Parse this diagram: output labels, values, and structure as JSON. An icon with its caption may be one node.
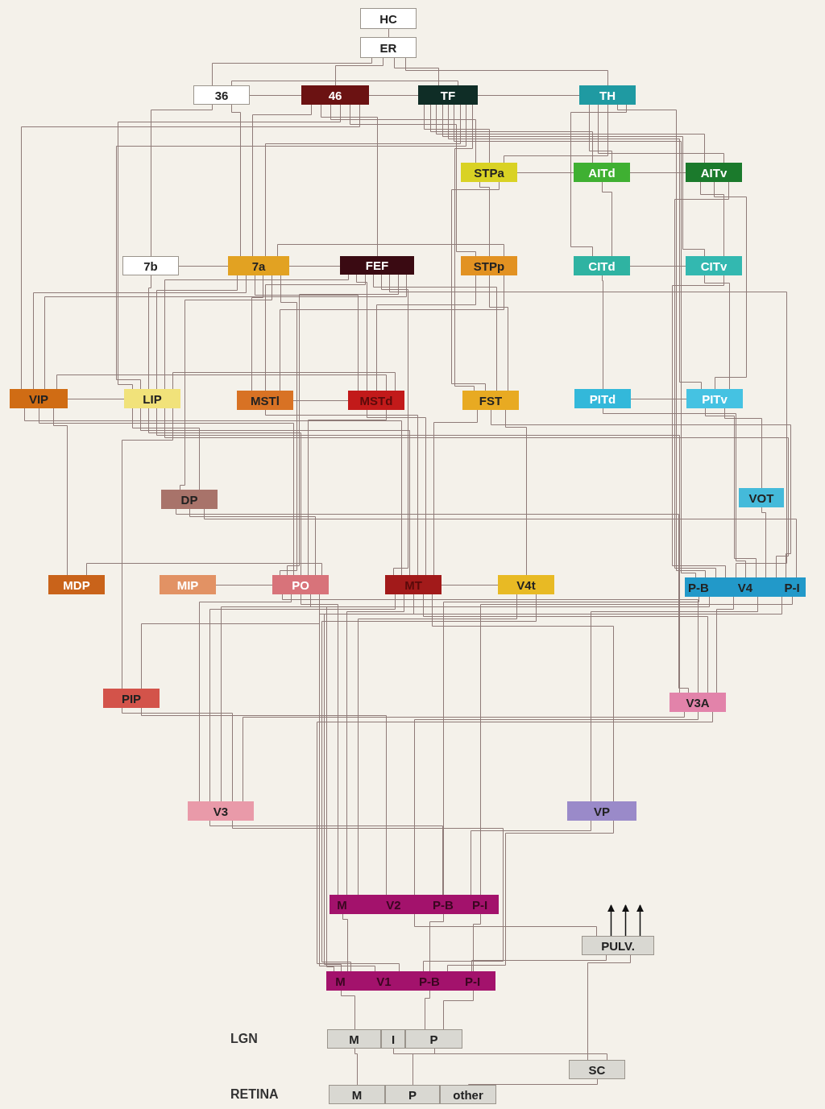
{
  "diagram": {
    "nodes": [
      {
        "text": [
          "HC"
        ]
      },
      {
        "text": [
          "ER"
        ]
      },
      {
        "text": [
          "36"
        ]
      },
      {
        "text": [
          "46"
        ]
      },
      {
        "text": [
          "TF"
        ]
      },
      {
        "text": [
          "TH"
        ]
      },
      {
        "text": [
          "STPa"
        ]
      },
      {
        "text": [
          "AITd"
        ]
      },
      {
        "text": [
          "AITv"
        ]
      },
      {
        "text": [
          "7b"
        ]
      },
      {
        "text": [
          "7a"
        ]
      },
      {
        "text": [
          "FEF"
        ]
      },
      {
        "text": [
          "STPp"
        ]
      },
      {
        "text": [
          "CITd"
        ]
      },
      {
        "text": [
          "CITv"
        ]
      },
      {
        "text": [
          "VIP"
        ]
      },
      {
        "text": [
          "LIP"
        ]
      },
      {
        "text": [
          "MSTl"
        ]
      },
      {
        "text": [
          "MSTd"
        ]
      },
      {
        "text": [
          "FST"
        ]
      },
      {
        "text": [
          "PITd"
        ]
      },
      {
        "text": [
          "PITv"
        ]
      },
      {
        "text": [
          "DP"
        ]
      },
      {
        "text": [
          "VOT"
        ]
      },
      {
        "text": [
          "MDP"
        ]
      },
      {
        "text": [
          "MIP"
        ]
      },
      {
        "text": [
          "PO"
        ]
      },
      {
        "text": [
          "MT"
        ]
      },
      {
        "text": [
          "V4t"
        ]
      },
      {
        "text": [
          "V4"
        ]
      },
      {
        "text": [
          "P-B"
        ],
        "in": 29
      },
      {
        "text": [
          "P-I"
        ],
        "in": 29
      },
      {
        "text": [
          "PIP"
        ]
      },
      {
        "text": [
          "V3A"
        ]
      },
      {
        "text": [
          "V3"
        ]
      },
      {
        "text": [
          "VP"
        ]
      },
      {
        "text": [
          "V2"
        ]
      },
      {
        "text": [
          "M"
        ],
        "in": 36
      },
      {
        "text": [
          "P-B"
        ],
        "in": 36
      },
      {
        "text": [
          "P-I"
        ],
        "in": 36
      },
      {
        "text": [
          "PULV."
        ]
      },
      {
        "text": [
          "V1"
        ]
      },
      {
        "text": [
          "M"
        ],
        "in": 41
      },
      {
        "text": [
          "P-B"
        ],
        "in": 41
      },
      {
        "text": [
          "P-I"
        ],
        "in": 41
      },
      {
        "text": [
          "LGN"
        ]
      },
      {
        "text": [
          "M"
        ],
        "in": 45
      },
      {
        "text": [
          "I"
        ],
        "in": 45
      },
      {
        "text": [
          "P"
        ],
        "in": 45
      },
      {
        "text": [
          "SC"
        ]
      },
      {
        "text": [
          "RETINA"
        ]
      },
      {
        "text": [
          "M"
        ],
        "in": 50
      },
      {
        "text": [
          "P"
        ],
        "in": 50
      },
      {
        "text": [
          "other"
        ],
        "in": 50
      }
    ],
    "edges": [
      {
        "from": 0,
        "to": 1,
        "arrow": "none"
      },
      {
        "from": 1,
        "to": 2,
        "arrow": "none"
      },
      {
        "from": 1,
        "to": 3,
        "arrow": "none"
      },
      {
        "from": 1,
        "to": 4,
        "arrow": "none"
      },
      {
        "from": 1,
        "to": 5,
        "arrow": "none"
      },
      {
        "from": 2,
        "to": 3,
        "arrow": "none"
      },
      {
        "from": 2,
        "to": 4,
        "arrow": "none"
      },
      {
        "from": 3,
        "to": 4,
        "arrow": "none"
      },
      {
        "from": 4,
        "to": 5,
        "arrow": "none"
      },
      {
        "from": 2,
        "to": 9,
        "arrow": "none"
      },
      {
        "from": 2,
        "to": 10,
        "arrow": "none"
      },
      {
        "from": 3,
        "to": 10,
        "arrow": "none"
      },
      {
        "from": 3,
        "to": 11,
        "arrow": "none"
      },
      {
        "from": 3,
        "to": 6,
        "arrow": "none"
      },
      {
        "from": 3,
        "to": 16,
        "arrow": "none"
      },
      {
        "from": 3,
        "to": 12,
        "arrow": "none"
      },
      {
        "from": 3,
        "to": 15,
        "arrow": "none"
      },
      {
        "from": 4,
        "to": 6,
        "arrow": "none"
      },
      {
        "from": 4,
        "to": 7,
        "arrow": "none"
      },
      {
        "from": 4,
        "to": 8,
        "arrow": "none"
      },
      {
        "from": 4,
        "to": 14,
        "arrow": "none"
      },
      {
        "from": 4,
        "to": 21,
        "arrow": "none"
      },
      {
        "from": 4,
        "to": 29,
        "arrow": "none"
      },
      {
        "from": 4,
        "to": 10,
        "arrow": "none"
      },
      {
        "from": 4,
        "to": 16,
        "arrow": "none"
      },
      {
        "from": 4,
        "to": 19,
        "arrow": "none"
      },
      {
        "from": 5,
        "to": 7,
        "arrow": "none"
      },
      {
        "from": 5,
        "to": 8,
        "arrow": "none"
      },
      {
        "from": 5,
        "to": 6,
        "arrow": "none"
      },
      {
        "from": 5,
        "to": 29,
        "arrow": "none"
      },
      {
        "from": 5,
        "to": 13,
        "arrow": "none"
      },
      {
        "from": 6,
        "to": 7,
        "arrow": "none"
      },
      {
        "from": 6,
        "to": 12,
        "arrow": "none"
      },
      {
        "from": 6,
        "to": 19,
        "arrow": "none"
      },
      {
        "from": 7,
        "to": 8,
        "arrow": "none"
      },
      {
        "from": 7,
        "to": 13,
        "arrow": "none"
      },
      {
        "from": 8,
        "to": 14,
        "arrow": "none"
      },
      {
        "from": 8,
        "to": 21,
        "arrow": "none"
      },
      {
        "from": 8,
        "to": 29,
        "arrow": "none"
      },
      {
        "from": 13,
        "to": 14,
        "arrow": "none"
      },
      {
        "from": 13,
        "to": 20,
        "arrow": "none"
      },
      {
        "from": 14,
        "to": 21,
        "arrow": "none"
      },
      {
        "from": 14,
        "to": 29,
        "arrow": "none"
      },
      {
        "from": 9,
        "to": 10,
        "arrow": "none"
      },
      {
        "from": 9,
        "to": 16,
        "arrow": "none"
      },
      {
        "from": 10,
        "to": 11,
        "arrow": "none"
      },
      {
        "from": 10,
        "to": 16,
        "arrow": "none"
      },
      {
        "from": 10,
        "to": 15,
        "arrow": "none"
      },
      {
        "from": 10,
        "to": 18,
        "arrow": "none"
      },
      {
        "from": 10,
        "to": 17,
        "arrow": "none"
      },
      {
        "from": 10,
        "to": 22,
        "arrow": "none"
      },
      {
        "from": 10,
        "to": 12,
        "arrow": "none"
      },
      {
        "from": 10,
        "to": 26,
        "arrow": "none"
      },
      {
        "from": 11,
        "to": 16,
        "arrow": "none"
      },
      {
        "from": 11,
        "to": 18,
        "arrow": "none"
      },
      {
        "from": 11,
        "to": 17,
        "arrow": "none"
      },
      {
        "from": 11,
        "to": 19,
        "arrow": "none"
      },
      {
        "from": 11,
        "to": 27,
        "arrow": "none"
      },
      {
        "from": 11,
        "to": 29,
        "arrow": "none"
      },
      {
        "from": 11,
        "to": 26,
        "arrow": "none"
      },
      {
        "from": 11,
        "to": 15,
        "arrow": "none"
      },
      {
        "from": 12,
        "to": 18,
        "arrow": "none"
      },
      {
        "from": 12,
        "to": 19,
        "arrow": "none"
      },
      {
        "from": 12,
        "to": 17,
        "arrow": "none"
      },
      {
        "from": 20,
        "to": 21,
        "arrow": "none"
      },
      {
        "from": 20,
        "to": 29,
        "arrow": "none"
      },
      {
        "from": 21,
        "to": 29,
        "arrow": "none"
      },
      {
        "from": 21,
        "to": 23,
        "arrow": "none"
      },
      {
        "from": 23,
        "to": 29,
        "arrow": "none"
      },
      {
        "from": 15,
        "to": 16,
        "arrow": "none"
      },
      {
        "from": 15,
        "to": 18,
        "arrow": "none"
      },
      {
        "from": 15,
        "to": 27,
        "arrow": "none"
      },
      {
        "from": 15,
        "to": 26,
        "arrow": "none"
      },
      {
        "from": 15,
        "to": 24,
        "arrow": "none"
      },
      {
        "from": 16,
        "to": 22,
        "arrow": "none"
      },
      {
        "from": 16,
        "to": 18,
        "arrow": "none"
      },
      {
        "from": 16,
        "to": 27,
        "arrow": "none"
      },
      {
        "from": 16,
        "to": 26,
        "arrow": "none"
      },
      {
        "from": 16,
        "to": 33,
        "arrow": "none"
      },
      {
        "from": 16,
        "to": 29,
        "arrow": "none"
      },
      {
        "from": 16,
        "to": 32,
        "arrow": "none"
      },
      {
        "from": 17,
        "to": 18,
        "arrow": "none"
      },
      {
        "from": 17,
        "to": 27,
        "arrow": "none"
      },
      {
        "from": 18,
        "to": 27,
        "arrow": "none"
      },
      {
        "from": 18,
        "to": 26,
        "arrow": "none"
      },
      {
        "from": 19,
        "to": 27,
        "arrow": "none"
      },
      {
        "from": 19,
        "to": 29,
        "arrow": "none"
      },
      {
        "from": 19,
        "to": 28,
        "arrow": "none"
      },
      {
        "from": 22,
        "to": 33,
        "arrow": "none"
      },
      {
        "from": 22,
        "to": 26,
        "arrow": "none"
      },
      {
        "from": 22,
        "to": 29,
        "arrow": "none"
      },
      {
        "from": 24,
        "to": 26,
        "arrow": "none"
      },
      {
        "from": 25,
        "to": 26,
        "arrow": "none"
      },
      {
        "from": 26,
        "to": 33,
        "arrow": "none"
      },
      {
        "from": 26,
        "to": 34,
        "arrow": "none"
      },
      {
        "from": 26,
        "to": 37,
        "arrow": "none"
      },
      {
        "from": 26,
        "to": 42,
        "arrow": "none"
      },
      {
        "from": 27,
        "to": 28,
        "arrow": "none"
      },
      {
        "from": 27,
        "to": 34,
        "arrow": "none"
      },
      {
        "from": 27,
        "to": 37,
        "arrow": "none"
      },
      {
        "from": 27,
        "to": 42,
        "arrow": "none"
      },
      {
        "from": 27,
        "to": 33,
        "arrow": "none"
      },
      {
        "from": 28,
        "to": 36,
        "arrow": "none"
      },
      {
        "from": 28,
        "to": 41,
        "arrow": "none"
      },
      {
        "from": 30,
        "to": 38,
        "arrow": "none"
      },
      {
        "from": 31,
        "to": 39,
        "arrow": "none"
      },
      {
        "from": 29,
        "to": 34,
        "arrow": "none"
      },
      {
        "from": 29,
        "to": 33,
        "arrow": "none"
      },
      {
        "from": 29,
        "to": 35,
        "arrow": "none"
      },
      {
        "from": 29,
        "to": 41,
        "arrow": "none"
      },
      {
        "from": 32,
        "to": 34,
        "arrow": "none"
      },
      {
        "from": 32,
        "to": 26,
        "arrow": "none"
      },
      {
        "from": 32,
        "to": 36,
        "arrow": "none"
      },
      {
        "from": 33,
        "to": 34,
        "arrow": "none"
      },
      {
        "from": 33,
        "to": 36,
        "arrow": "none"
      },
      {
        "from": 33,
        "to": 41,
        "arrow": "none"
      },
      {
        "from": 34,
        "to": 36,
        "arrow": "none"
      },
      {
        "from": 34,
        "to": 41,
        "arrow": "none"
      },
      {
        "from": 35,
        "to": 36,
        "arrow": "none"
      },
      {
        "from": 35,
        "to": 41,
        "arrow": "none"
      },
      {
        "from": 35,
        "to": 27,
        "arrow": "none"
      },
      {
        "from": 37,
        "to": 42,
        "arrow": "none"
      },
      {
        "from": 38,
        "to": 43,
        "arrow": "none"
      },
      {
        "from": 39,
        "to": 44,
        "arrow": "none"
      },
      {
        "from": 36,
        "to": 40,
        "arrow": "none"
      },
      {
        "from": 40,
        "to": 41,
        "arrow": "none"
      },
      {
        "from": 49,
        "to": 40,
        "arrow": "none"
      },
      {
        "from": 40,
        "to": null,
        "arrow": "to",
        "color": "#111111"
      },
      {
        "from": 40,
        "to": null,
        "arrow": "to",
        "color": "#111111"
      },
      {
        "from": 40,
        "to": null,
        "arrow": "to",
        "color": "#111111"
      },
      {
        "from": 46,
        "to": 42,
        "arrow": "none"
      },
      {
        "from": 48,
        "to": 43,
        "arrow": "none"
      },
      {
        "from": 48,
        "to": 44,
        "arrow": "none"
      },
      {
        "from": 47,
        "to": 49,
        "arrow": "none"
      },
      {
        "from": 51,
        "to": 46,
        "arrow": "none"
      },
      {
        "from": 52,
        "to": 48,
        "arrow": "none"
      },
      {
        "from": 53,
        "to": 49,
        "arrow": "none"
      }
    ]
  }
}
